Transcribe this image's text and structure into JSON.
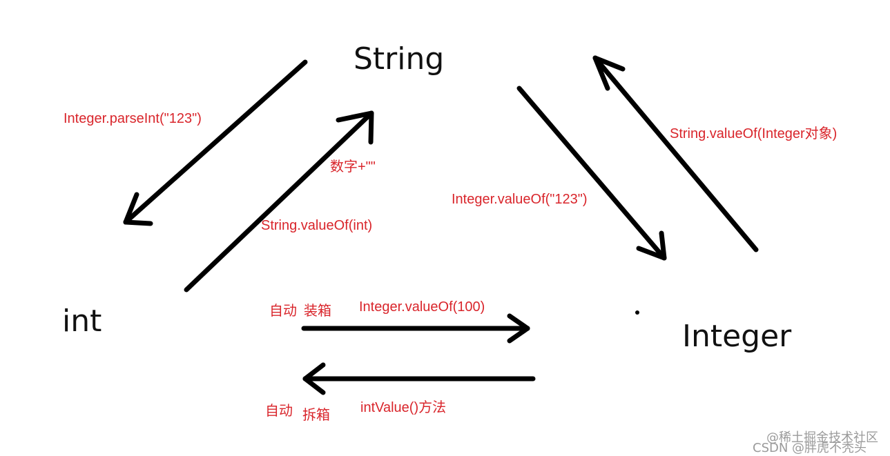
{
  "nodes": {
    "string": "String",
    "int": "int",
    "integer": "Integer"
  },
  "labels": {
    "parse_int": "Integer.parseInt(\"123\")",
    "number_plus_empty": "数字+\"\"",
    "string_valueof_int": "String.valueOf(int)",
    "integer_valueof_123": "Integer.valueOf(\"123\")",
    "string_valueof_integer": "String.valueOf(Integer对象)",
    "auto_boxing_1": "自动",
    "auto_boxing_2": "装箱",
    "integer_valueof_100": "Integer.valueOf(100)",
    "auto_unboxing_1": "自动",
    "auto_unboxing_2": "拆箱",
    "intvalue_method": "intValue()方法"
  },
  "watermark": {
    "line1": "@稀土掘金技术社区",
    "line2": "CSDN @胖虎不秃头"
  },
  "colors": {
    "label": "#d9252b",
    "stroke": "#000000"
  }
}
